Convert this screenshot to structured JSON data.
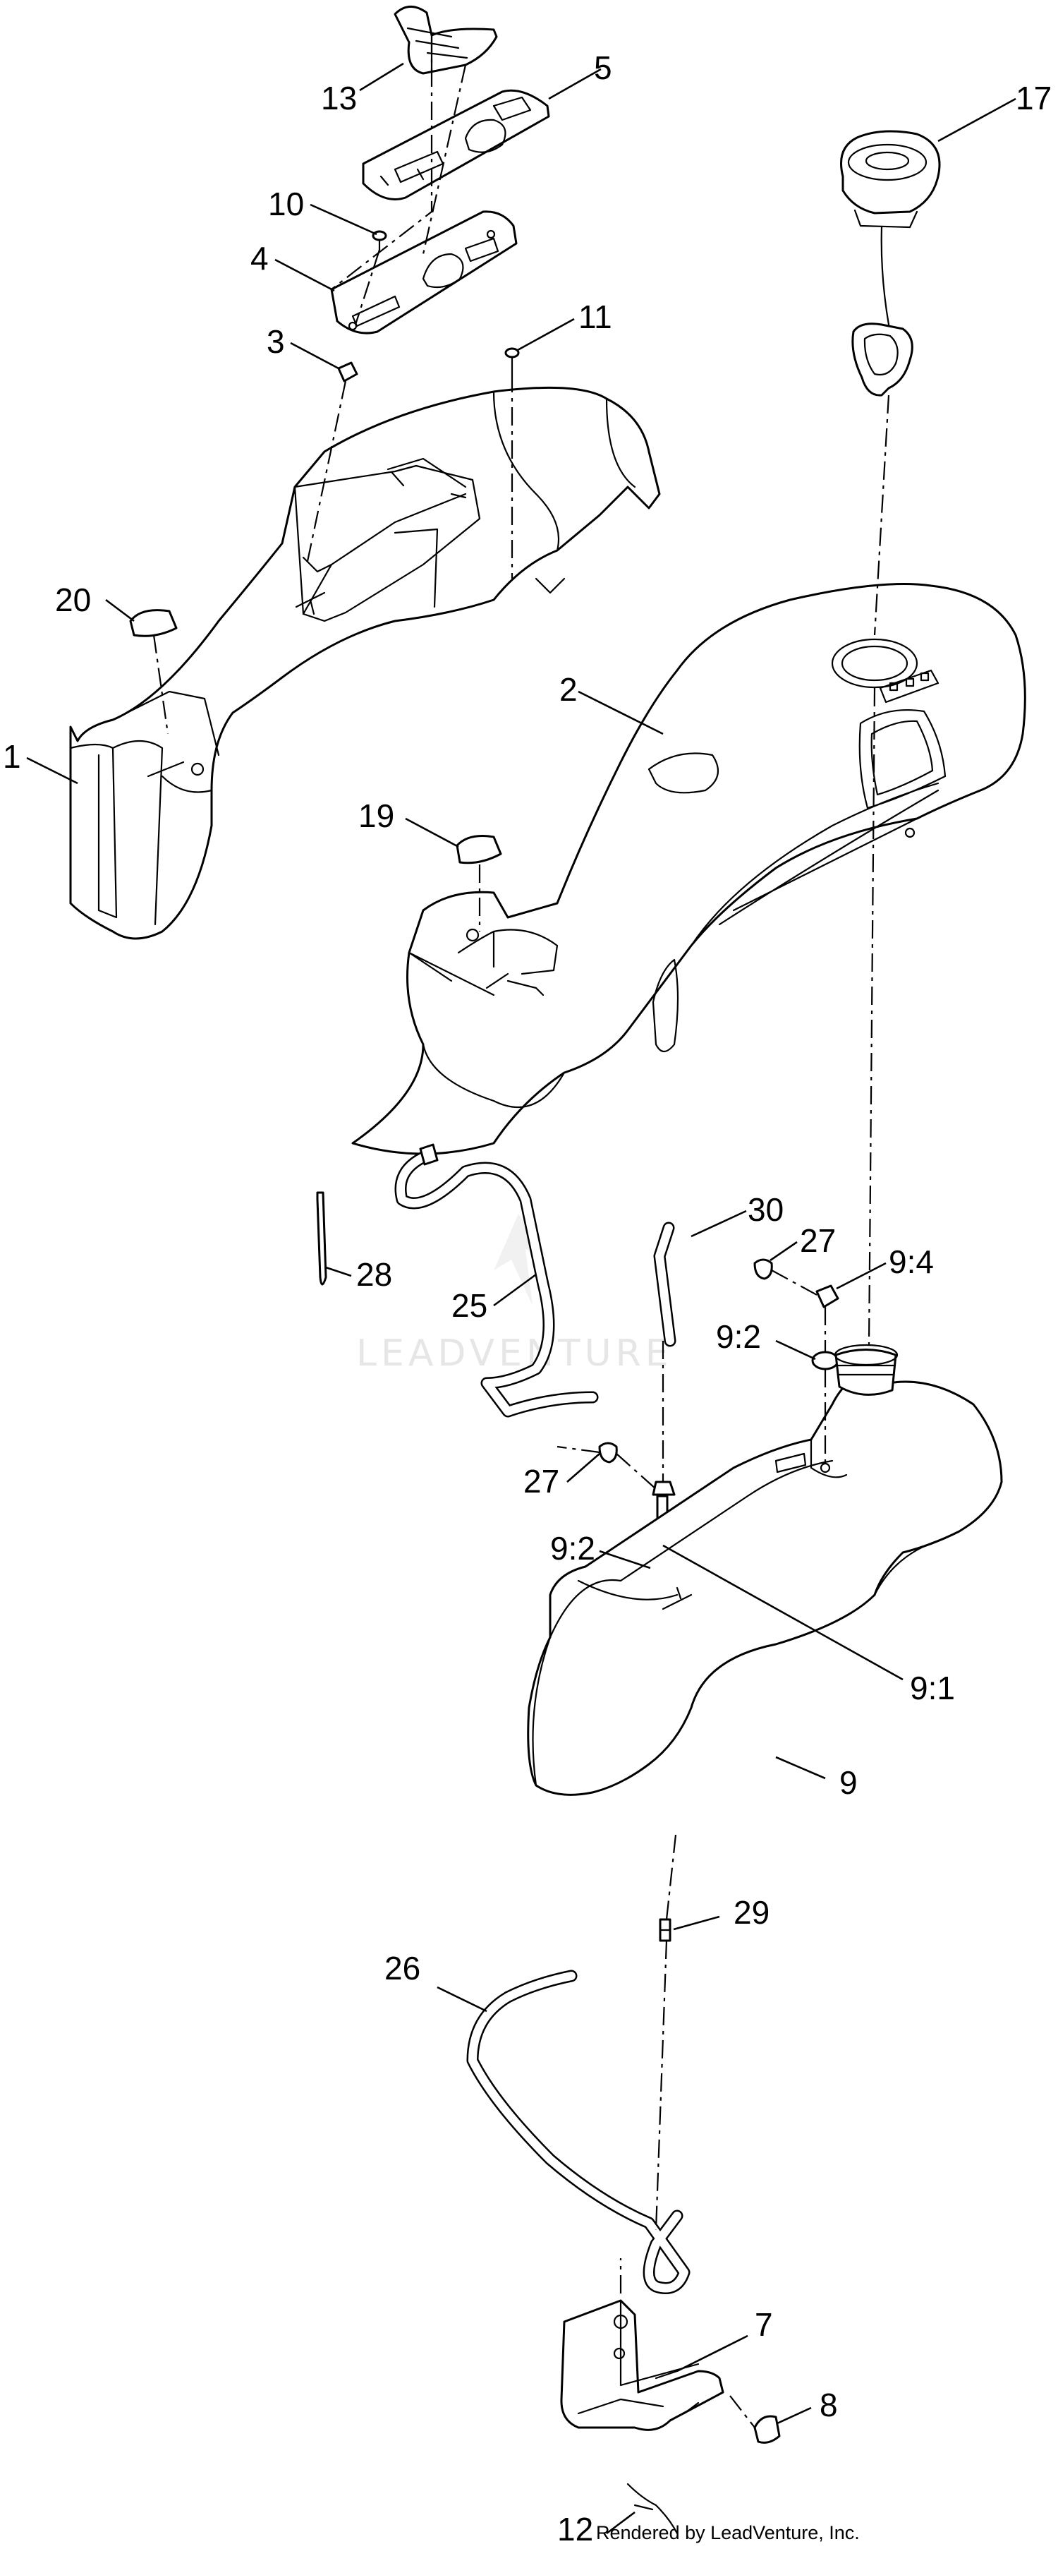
{
  "watermark": "LEADVENTURE",
  "footer_text": "Rendered by LeadVenture, Inc.",
  "callouts": [
    {
      "id": "c13",
      "label": "13"
    },
    {
      "id": "c5",
      "label": "5"
    },
    {
      "id": "c17",
      "label": "17"
    },
    {
      "id": "c10",
      "label": "10"
    },
    {
      "id": "c4",
      "label": "4"
    },
    {
      "id": "c3",
      "label": "3"
    },
    {
      "id": "c11",
      "label": "11"
    },
    {
      "id": "c20",
      "label": "20"
    },
    {
      "id": "c2",
      "label": "2"
    },
    {
      "id": "c1",
      "label": "1"
    },
    {
      "id": "c19",
      "label": "19"
    },
    {
      "id": "c30",
      "label": "30"
    },
    {
      "id": "c27a",
      "label": "27"
    },
    {
      "id": "c94",
      "label": "9:4"
    },
    {
      "id": "c28",
      "label": "28"
    },
    {
      "id": "c25",
      "label": "25"
    },
    {
      "id": "c92a",
      "label": "9:2"
    },
    {
      "id": "c27b",
      "label": "27"
    },
    {
      "id": "c92b",
      "label": "9:2"
    },
    {
      "id": "c91",
      "label": "9:1"
    },
    {
      "id": "c9",
      "label": "9"
    },
    {
      "id": "c29",
      "label": "29"
    },
    {
      "id": "c26",
      "label": "26"
    },
    {
      "id": "c7",
      "label": "7"
    },
    {
      "id": "c8",
      "label": "8"
    },
    {
      "id": "c12",
      "label": "12"
    }
  ]
}
